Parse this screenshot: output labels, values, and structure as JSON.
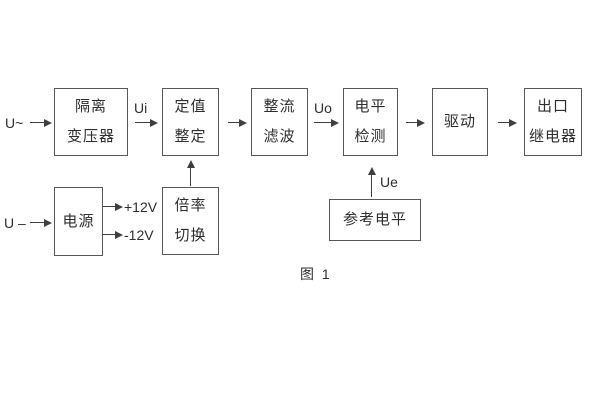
{
  "diagram": {
    "caption": "图 1",
    "blocks": {
      "isolation_transformer": {
        "line1": "隔离",
        "line2": "变压器"
      },
      "setpoint_adjustment": {
        "line1": "定值",
        "line2": "整定"
      },
      "rectifier_filter": {
        "line1": "整流",
        "line2": "滤波"
      },
      "level_detector": {
        "line1": "电平",
        "line2": "检测"
      },
      "driver": {
        "line1": "驱动"
      },
      "output_relay": {
        "line1": "出口",
        "line2": "继电器"
      },
      "power_supply": {
        "line1": "电源"
      },
      "ratio_switch": {
        "line1": "倍率",
        "line2": "切换"
      },
      "reference_level": {
        "line1": "参考电平"
      }
    },
    "signals": {
      "ac_input": "U~",
      "dc_input": "U –",
      "ui": "Ui",
      "uo": "Uo",
      "ue": "Ue",
      "plus_12v": "+12V",
      "minus_12v": "-12V"
    },
    "colors": {
      "background": "#ffffff",
      "line": "#3f3f3f",
      "box_border": "#575757",
      "text": "#2e2e2e"
    }
  }
}
